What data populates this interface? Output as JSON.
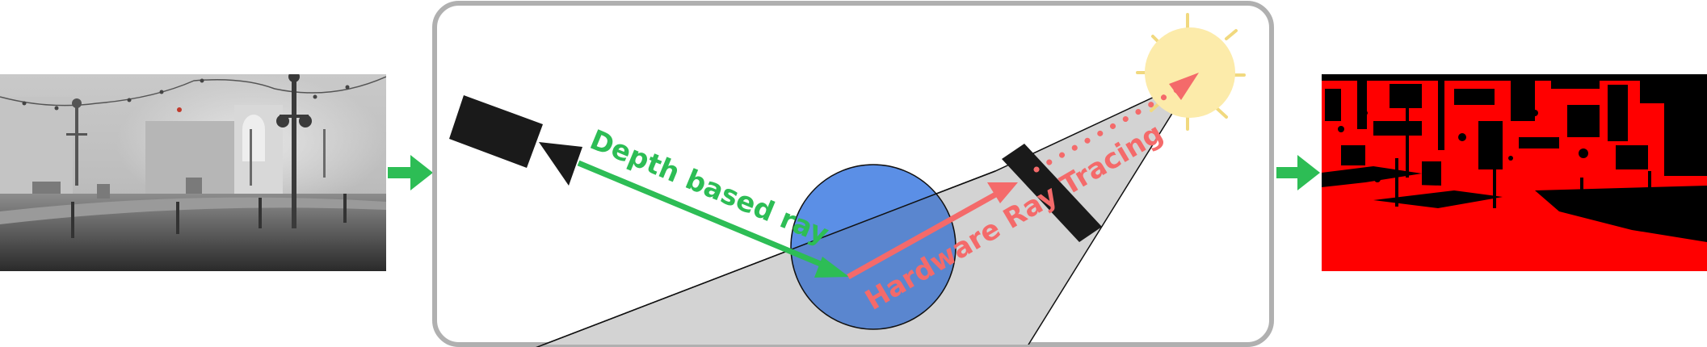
{
  "labels": {
    "depth_ray": "Depth based ray",
    "hardware_ray": "Hardware Ray Tracing"
  },
  "colors": {
    "depth_ray": "#2dbd55",
    "hardware_ray": "#f46a6a",
    "flow_arrow": "#2dbd55",
    "sphere": "#5b8fe6",
    "sphere_shadowed": "#5a86cf",
    "shadow_cone": "#d3d3d3",
    "light": "#fcebaa",
    "panel_border": "#b0b0b0",
    "shadow_mask_lit": "#ff0000",
    "shadow_mask_dark": "#000000"
  },
  "icons": {
    "input": "depth-buffer-image",
    "camera": "camera-icon",
    "occluder": "occluder-bar",
    "light": "sun-light-icon",
    "output": "shadow-mask-image"
  }
}
